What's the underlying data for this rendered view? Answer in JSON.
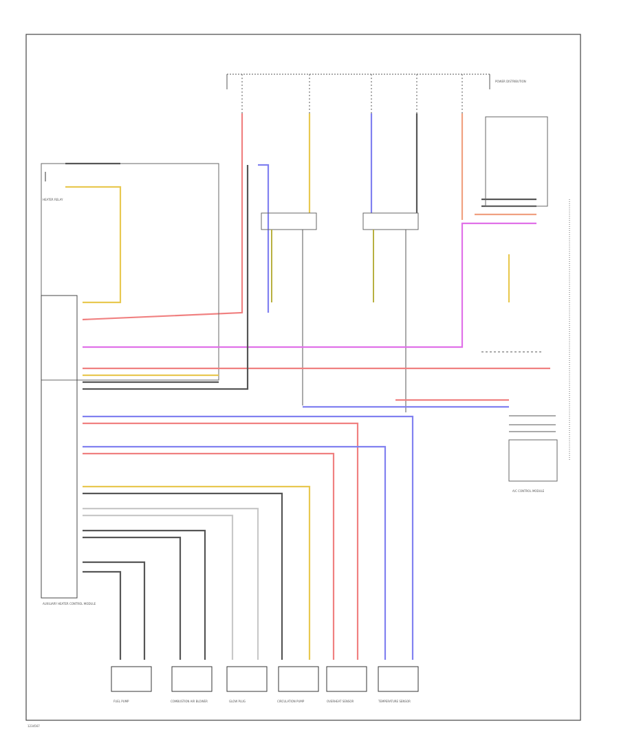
{
  "colors": {
    "red": "#f08080",
    "blue": "#8080f0",
    "magenta": "#e070e8",
    "yellow": "#e8c850",
    "olive": "#b8b040",
    "gray": "#555555",
    "lightgray": "#c8c8c8",
    "frame": "#444444"
  },
  "footer": {
    "code": "1234567"
  },
  "components": {
    "heater_relay": "HEATER RELAY",
    "heater_module": "AUXILIARY HEATER CONTROL MODULE",
    "fuel_pump": "FUEL PUMP",
    "combustion_blower": "COMBUSTION AIR BLOWER",
    "glow_plug": "GLOW PLUG",
    "circ_pump": "CIRCULATION PUMP",
    "overheat_sensor": "OVERHEAT SENSOR",
    "temp_sensor": "TEMPERATURE SENSOR",
    "ac_control": "A/C CONTROL MODULE",
    "power_dist": "POWER DISTRIBUTION"
  }
}
